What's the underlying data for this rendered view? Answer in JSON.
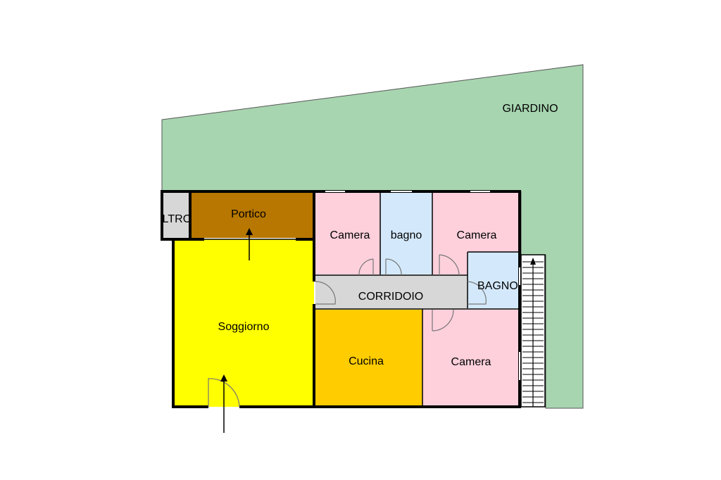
{
  "rooms": {
    "giardino": "GIARDINO",
    "altro": "ALTRO",
    "portico": "Portico",
    "camera_1": "Camera",
    "bagno_small": "bagno",
    "camera_2": "Camera",
    "bagno_big": "BAGNO",
    "corridoio": "CORRIDOIO",
    "soggiorno": "Soggiorno",
    "cucina": "Cucina",
    "camera_3": "Camera"
  },
  "colors": {
    "giardino": "#a7d5b0",
    "altro": "#d7d7d7",
    "portico": "#b77700",
    "camera": "#fdd0dc",
    "bagno": "#d3e9fb",
    "corridoio": "#d7d7d7",
    "soggiorno": "#ffff00",
    "cucina": "#ffcc00"
  }
}
